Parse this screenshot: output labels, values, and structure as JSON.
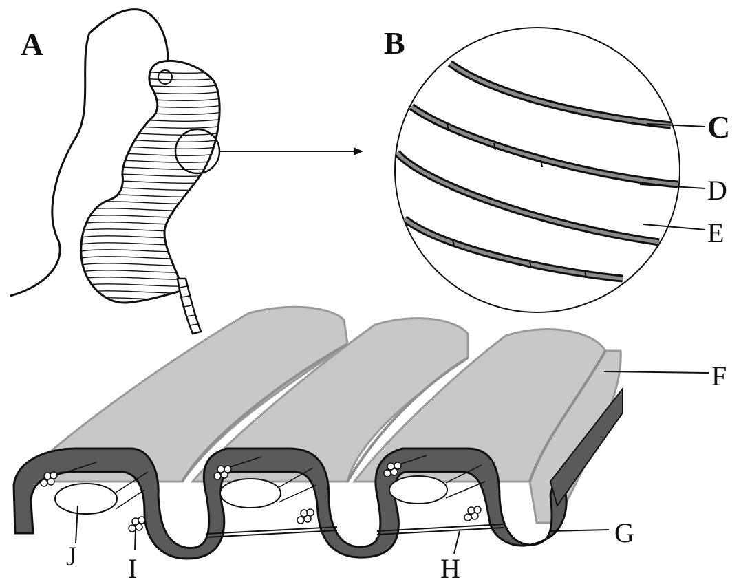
{
  "panel_labels": {
    "a": "A",
    "b": "B"
  },
  "callouts": {
    "c": "C",
    "d": "D",
    "e": "E",
    "f": "F",
    "g": "G",
    "h": "H",
    "i": "I",
    "j": "J"
  },
  "colors": {
    "ink": "#111111",
    "light_gray": "#c8c8c8",
    "dark_gray": "#5a5a5a",
    "mid_gray": "#8a8a8a"
  }
}
